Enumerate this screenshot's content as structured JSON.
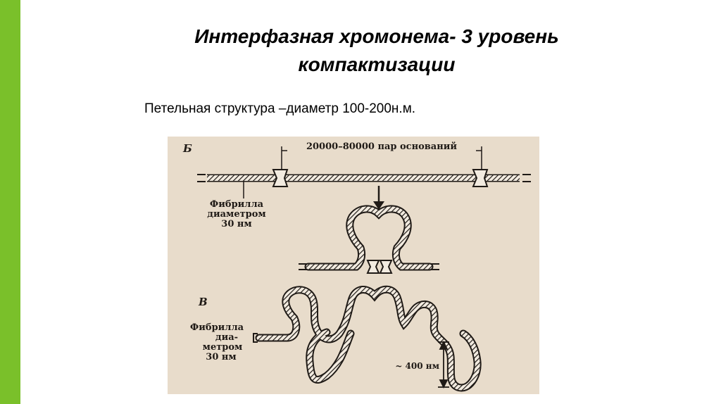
{
  "colors": {
    "accent": "#7ac02a",
    "paper": "#e8dccb",
    "ink": "#1f1a16"
  },
  "slide": {
    "title_line1": "Интерфазная хромонема- 3 уровень",
    "title_line2": "компактизации",
    "subtitle": "Петельная структура –диаметр 100-200н.м."
  },
  "figure": {
    "panel_b": "Б",
    "panel_v": "В",
    "pairs_label": "20000–80000 пар оснований",
    "b_fibril": [
      "Фибрилла",
      "диаметром",
      "30 нм"
    ],
    "v_fibril": [
      "Фибрилла",
      "диа-",
      "метром",
      "30 нм"
    ],
    "size_label": "~ 400 нм"
  }
}
